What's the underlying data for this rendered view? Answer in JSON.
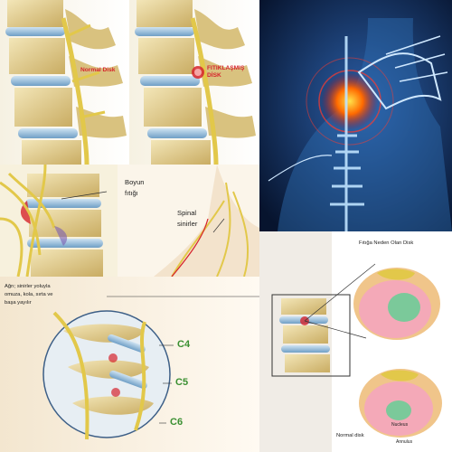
{
  "labels": {
    "normal_disk": "Normal Disk",
    "herniated_disk_line1": "FITIKLAŞMIŞ",
    "herniated_disk_line2": "DİSK",
    "neck_hernia_line1": "Boyun",
    "neck_hernia_line2": "fıtığı",
    "spinal_nerves_line1": "Spinal",
    "spinal_nerves_line2": "sinirler",
    "pain_line1": "Ağrı; sinirler yoluyla",
    "pain_line2": "omuza, kola, sırta ve",
    "pain_line3": "başa yayılır",
    "hernia_cause_disk": "Fıtığa Neden Olan Disk",
    "normal_disk_lower": "Normal disk",
    "nucleus": "Nucleus",
    "annulus": "Annulus",
    "c4": "C4",
    "c5": "C5",
    "c6": "C6"
  },
  "colors": {
    "bone": "#e9d79f",
    "disk": "#9ec4e0",
    "nerve": "#e2c84a",
    "red_label": "#d6242c",
    "green_label": "#3a8f31",
    "xray_bg": "#0c1c3c",
    "pain_glow": "#ff6a00"
  }
}
